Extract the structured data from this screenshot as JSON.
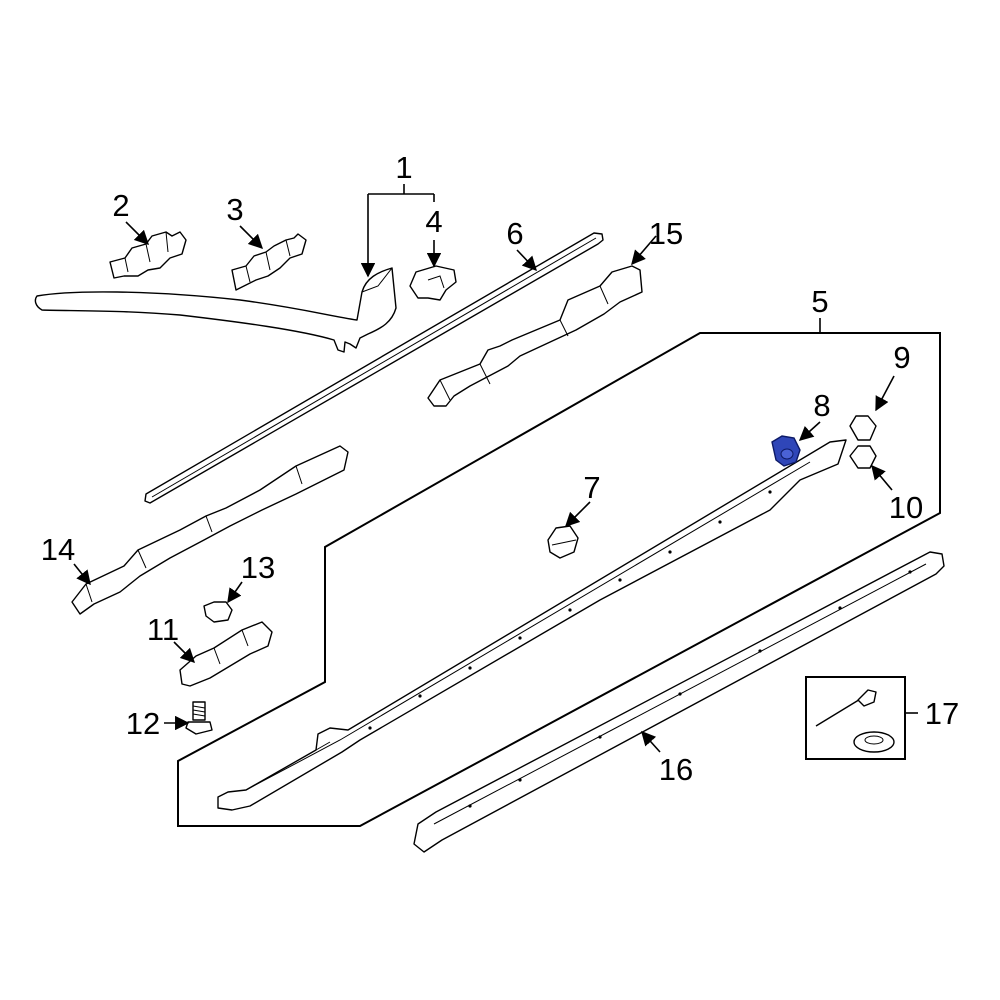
{
  "highlight_color": "#2f46b8",
  "callouts": {
    "c1": "1",
    "c2": "2",
    "c3": "3",
    "c4": "4",
    "c5": "5",
    "c6": "6",
    "c7": "7",
    "c8": "8",
    "c9": "9",
    "c10": "10",
    "c11": "11",
    "c12": "12",
    "c13": "13",
    "c14": "14",
    "c15": "15",
    "c16": "16",
    "c17": "17"
  },
  "highlighted_part": "8"
}
